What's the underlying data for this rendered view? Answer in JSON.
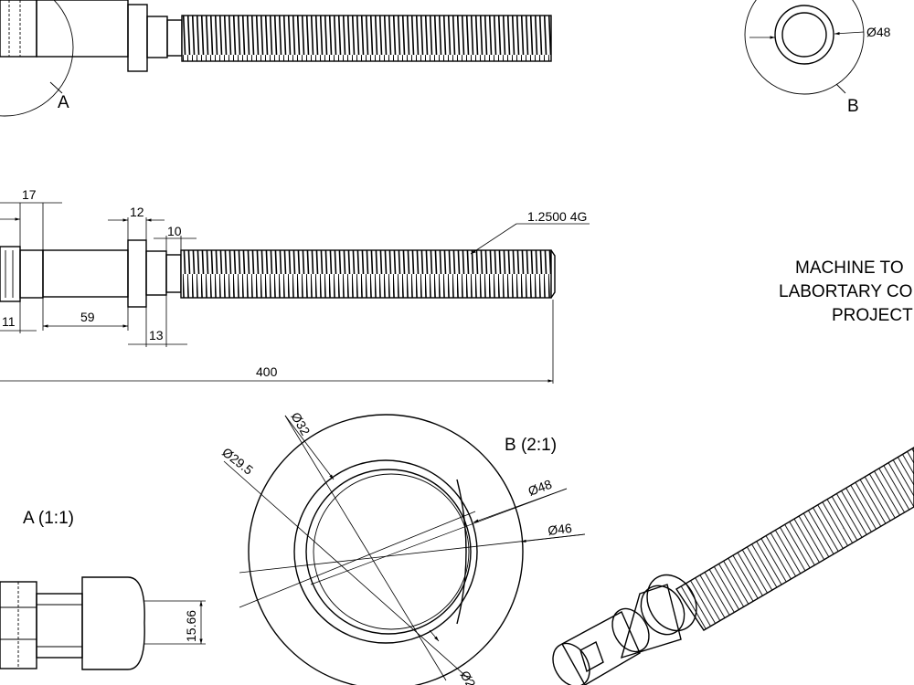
{
  "callouts": {
    "detail_a": "A",
    "detail_b": "B",
    "view_a_label": "A (1:1)",
    "view_b_label": "B (2:1)"
  },
  "dimensions": {
    "d17": "17",
    "d12": "12",
    "d10": "10",
    "d11": "11",
    "d59": "59",
    "d13": "13",
    "d400": "400",
    "thread_note": "1.2500 4G",
    "dia48_top": "Ø48",
    "dia32": "Ø32",
    "dia29_5": "Ø29.5",
    "dia48": "Ø48",
    "dia46": "Ø46",
    "dia_cut": "Ø2",
    "d15_66": "15.66"
  },
  "title_block": {
    "line1": "MACHINE TO",
    "line2": "LABORTARY CO",
    "line3": "PROJECT"
  }
}
